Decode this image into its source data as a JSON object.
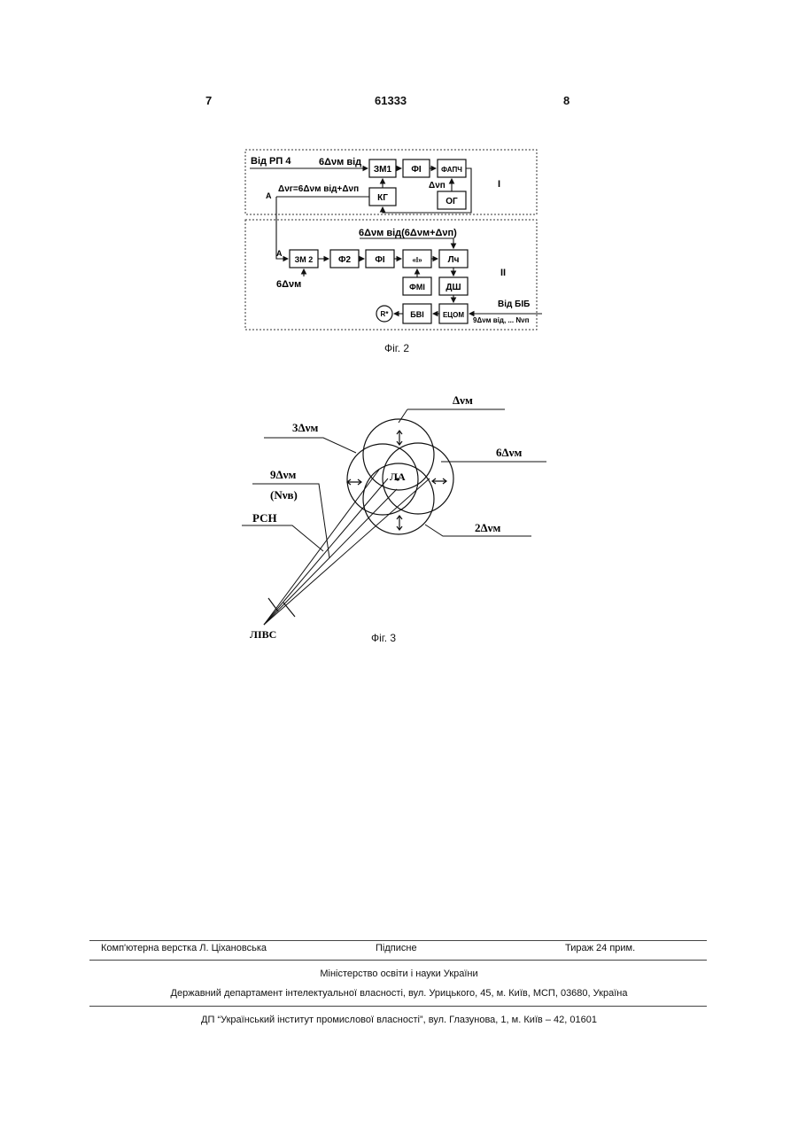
{
  "header": {
    "page_left": "7",
    "patent_number": "61333",
    "page_right": "8"
  },
  "fig2": {
    "caption": "Фіг. 2",
    "input_label": "Від РП 4",
    "input_freq": "6Δνм від",
    "feedback_formula": "Δνг=6Δνм від+Δνп",
    "delta_n": "Δνп",
    "section_1": "I",
    "section_2": "II",
    "top_formula": "6Δνм від(6Δνм+Δνп)",
    "freq_zm2": "6Δνм",
    "a_label": "А",
    "r_label": "R*",
    "from_bib": "Від БІБ",
    "bib_range": "9Δνм від, ... Nνп",
    "blocks": {
      "zm1": "ЗМ1",
      "fi1": "ФІ",
      "fapch": "ФАПЧ",
      "kg": "КГ",
      "og": "ОГ",
      "zm2": "ЗМ 2",
      "f2": "Ф2",
      "fi2": "ФІ",
      "ch": "«І»",
      "lch": "Лч",
      "fmi": "ФМІ",
      "dsh": "ДШ",
      "etsom": "ЕЦОМ",
      "bvi": "БВІ"
    }
  },
  "fig3": {
    "caption": "Фіг. 3",
    "label_dvm": "Δνм",
    "label_3dvm": "3Δνм",
    "label_6dvm": "6Δνм",
    "label_9dvm": "9Δνм",
    "label_nvv": "(Nνв)",
    "label_rsn": "РСН",
    "label_2dvm": "2Δνм",
    "label_la": "ЛА",
    "label_livs": "ЛІВС"
  },
  "footer": {
    "layout": "Комп'ютерна верстка Л. Ціхановська",
    "signed": "Підписне",
    "circulation": "Тираж 24 прим.",
    "ministry": "Міністерство освіти і науки України",
    "department": "Державний департамент інтелектуальної власності, вул. Урицького, 45, м. Київ, МСП, 03680, Україна",
    "institute": "ДП “Український інститут промислової власності”, вул. Глазунова, 1, м. Київ – 42, 01601"
  }
}
